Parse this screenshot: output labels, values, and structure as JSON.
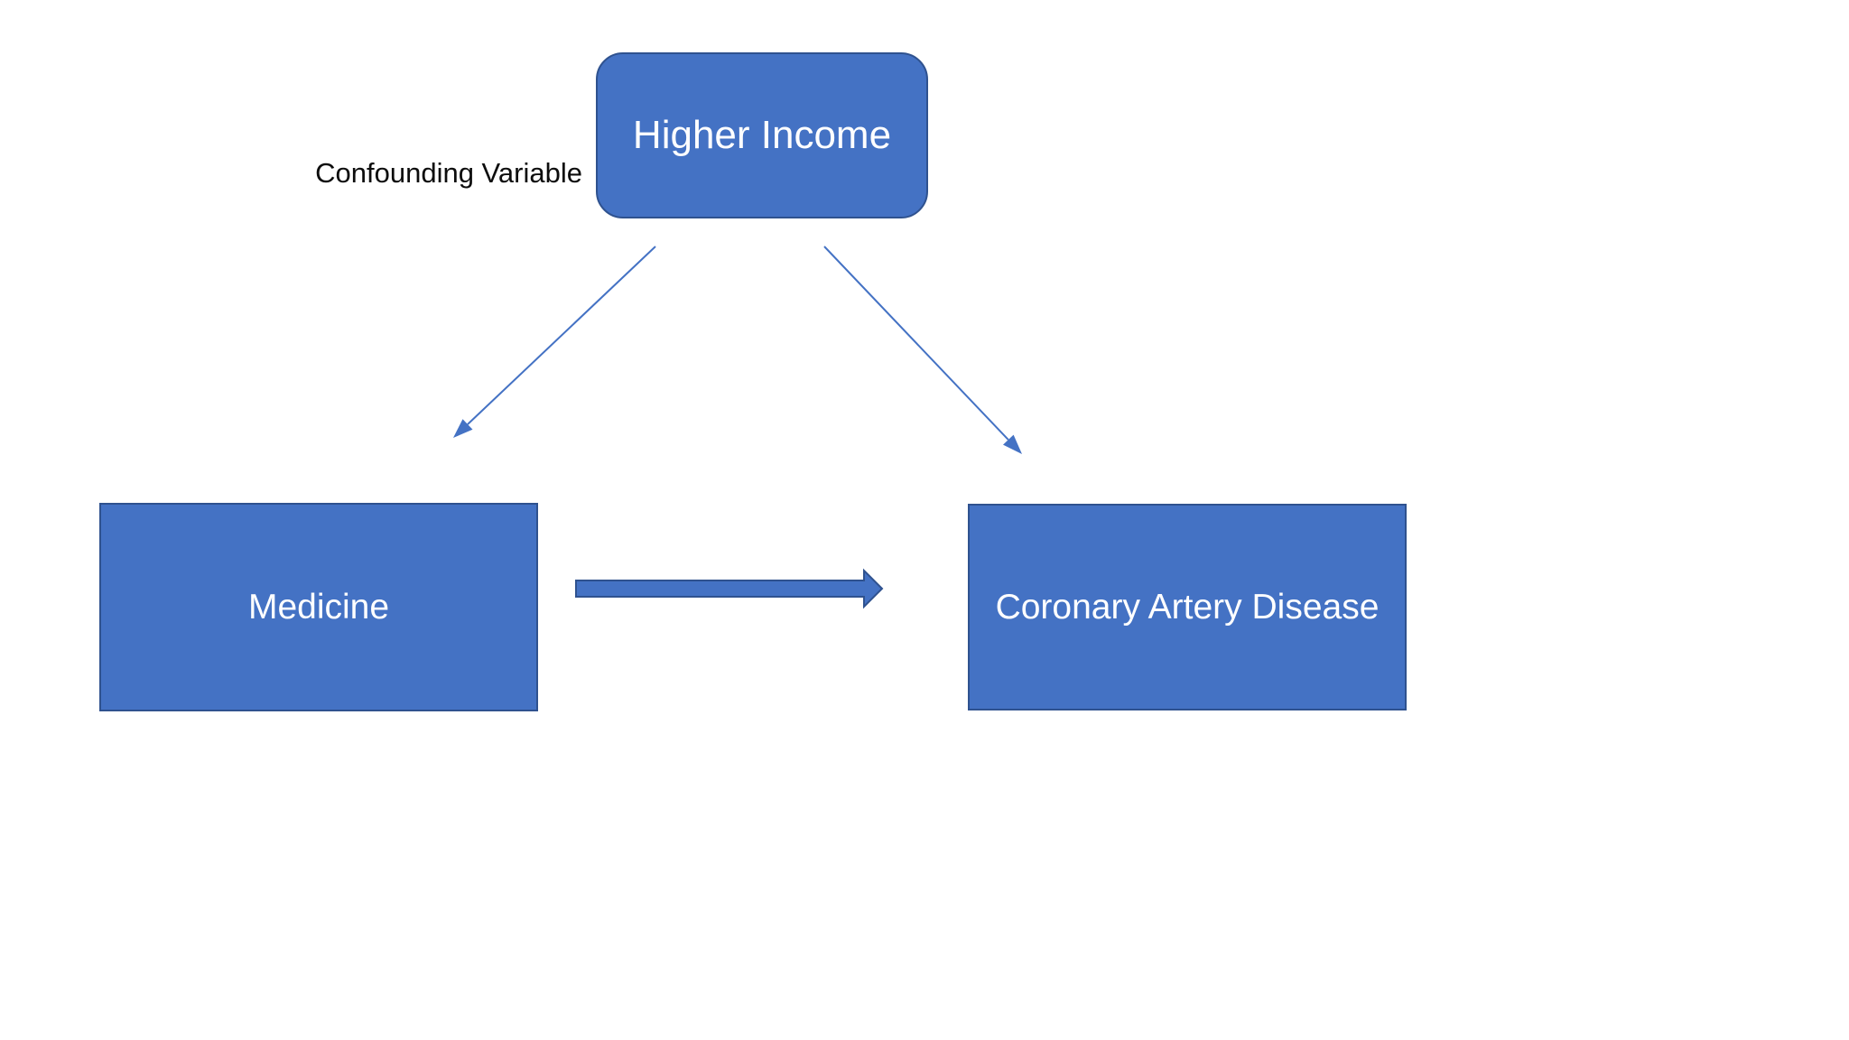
{
  "diagram": {
    "annotation": {
      "confounder_label": "Confounding Variable"
    },
    "nodes": {
      "confounder": {
        "label": "Higher Income",
        "shape": "rounded-rectangle"
      },
      "treatment": {
        "label": "Medicine",
        "shape": "rectangle"
      },
      "outcome": {
        "label": "Coronary Artery Disease",
        "shape": "rectangle"
      }
    },
    "edges": [
      {
        "from": "confounder",
        "to": "treatment",
        "style": "thin-arrow"
      },
      {
        "from": "confounder",
        "to": "outcome",
        "style": "thin-arrow"
      },
      {
        "from": "treatment",
        "to": "outcome",
        "style": "thick-arrow"
      }
    ],
    "colors": {
      "background": "#FFFFFF",
      "node_fill": "#4472C4",
      "node_border": "#2F528F",
      "node_text": "#FFFFFF",
      "thin_arrow": "#4472C4",
      "thick_arrow_fill": "#4472C4",
      "thick_arrow_border": "#2F528F",
      "annotation_text": "#0D0D0D"
    }
  }
}
